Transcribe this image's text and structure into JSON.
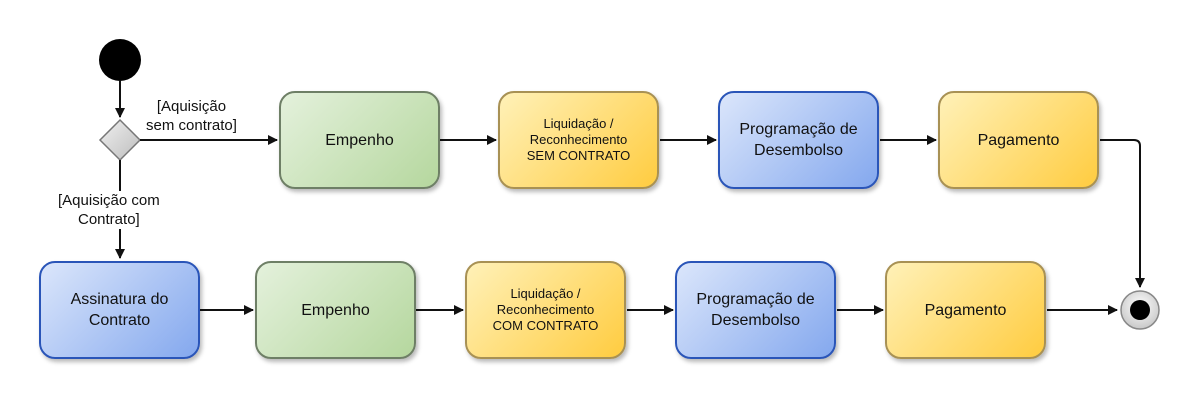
{
  "diagram": {
    "top_row": {
      "empenho": "Empenho",
      "liquidacao": [
        "Liquidação /",
        "Reconhecimento",
        "SEM CONTRATO"
      ],
      "programacao": [
        "Programação de",
        "Desembolso"
      ],
      "pagamento": "Pagamento"
    },
    "bottom_row": {
      "assinatura": [
        "Assinatura do",
        "Contrato"
      ],
      "empenho": "Empenho",
      "liquidacao": [
        "Liquidação /",
        "Reconhecimento",
        "COM CONTRATO"
      ],
      "programacao": [
        "Programação de",
        "Desembolso"
      ],
      "pagamento": "Pagamento"
    },
    "guards": {
      "sem_contrato": [
        "[Aquisição",
        "sem contrato]"
      ],
      "com_contrato": [
        "[Aquisição com",
        "Contrato]"
      ]
    },
    "colors": {
      "empenho": "#b5d79e",
      "liquidacao": "#ffcc40",
      "programacao": "#84a8ee",
      "pagamento": "#ffcc40",
      "assinatura": "#84a8ee"
    }
  }
}
